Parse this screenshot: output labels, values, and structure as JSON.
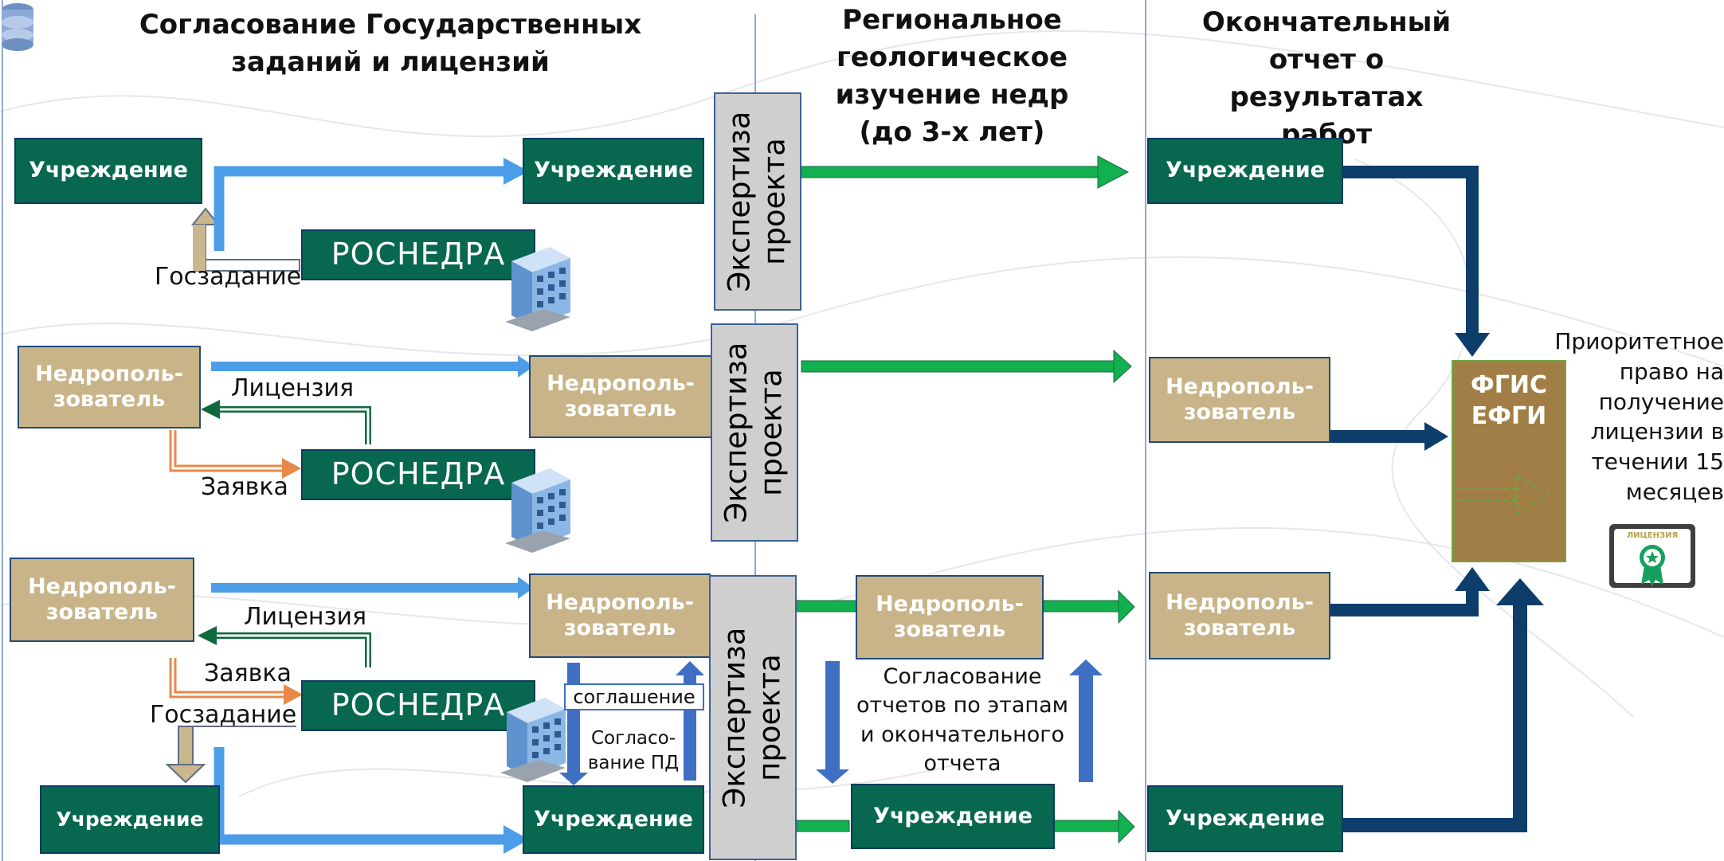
{
  "headings": {
    "col1": "Согласование Государственных заданий и лицензий",
    "col2": "Региональное геологическое изучение недр (до 3-х лет)",
    "col3": "Окончательный отчет о результатах работ"
  },
  "labels": {
    "institution": "Учреждение",
    "subsoil_user_1": "Недрополь-",
    "subsoil_user_2": "зователь",
    "rosnedra": "РОСНЕДРА",
    "expertise_1": "Экспертиза",
    "expertise_2": "проекта",
    "gos_task": "Госзадание",
    "license": "Лицензия",
    "application": "Заявка",
    "agreement": "соглашение",
    "pd_approval_1": "Согласо-",
    "pd_approval_2": "вание ПД",
    "reports_1": "Согласование",
    "reports_2": "отчетов по этапам",
    "reports_3": "и окончательного",
    "reports_4": "отчета",
    "fgis_1": "ФГИС",
    "fgis_2": "ЕФГИ",
    "priority_1": "Приоритетное",
    "priority_2": "право на",
    "priority_3": "получение",
    "priority_4": "лицензии в",
    "priority_5": "течении 15",
    "priority_6": "месяцев",
    "license_badge": "ЛИЦЕНЗИЯ"
  },
  "colors": {
    "green_box": "#07674f",
    "tan_box": "#c8b488",
    "blue_arrow": "#4c9de8",
    "green_arrow": "#12b04f",
    "navy_arrow": "#0d3d6b",
    "fgis": "#a17e45",
    "expertise": "#d0cfcf"
  }
}
